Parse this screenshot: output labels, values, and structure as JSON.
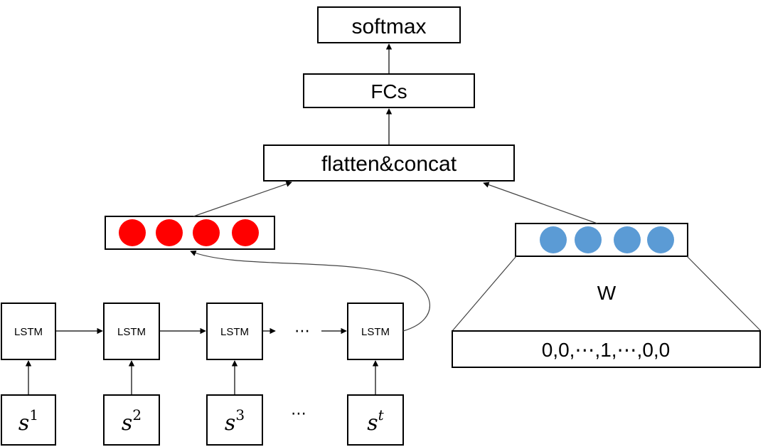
{
  "nodes": {
    "softmax": "softmax",
    "fcs": "FCs",
    "flatten_concat": "flatten&concat",
    "w_label": "W",
    "one_hot": "0,0,⋯,1,⋯,0,0",
    "lstm": [
      "LSTM",
      "LSTM",
      "LSTM",
      "LSTM"
    ],
    "lstm_ellipsis": "⋯",
    "inputs": [
      {
        "base": "s",
        "sup": "1"
      },
      {
        "base": "s",
        "sup": "2"
      },
      {
        "base": "s",
        "sup": "3"
      },
      {
        "base": "s",
        "sup": "t"
      }
    ],
    "input_ellipsis": "⋯"
  },
  "colors": {
    "red_vector": "#ff0000",
    "blue_vector": "#5b9bd5"
  },
  "vector_counts": {
    "red": 4,
    "blue": 4
  }
}
